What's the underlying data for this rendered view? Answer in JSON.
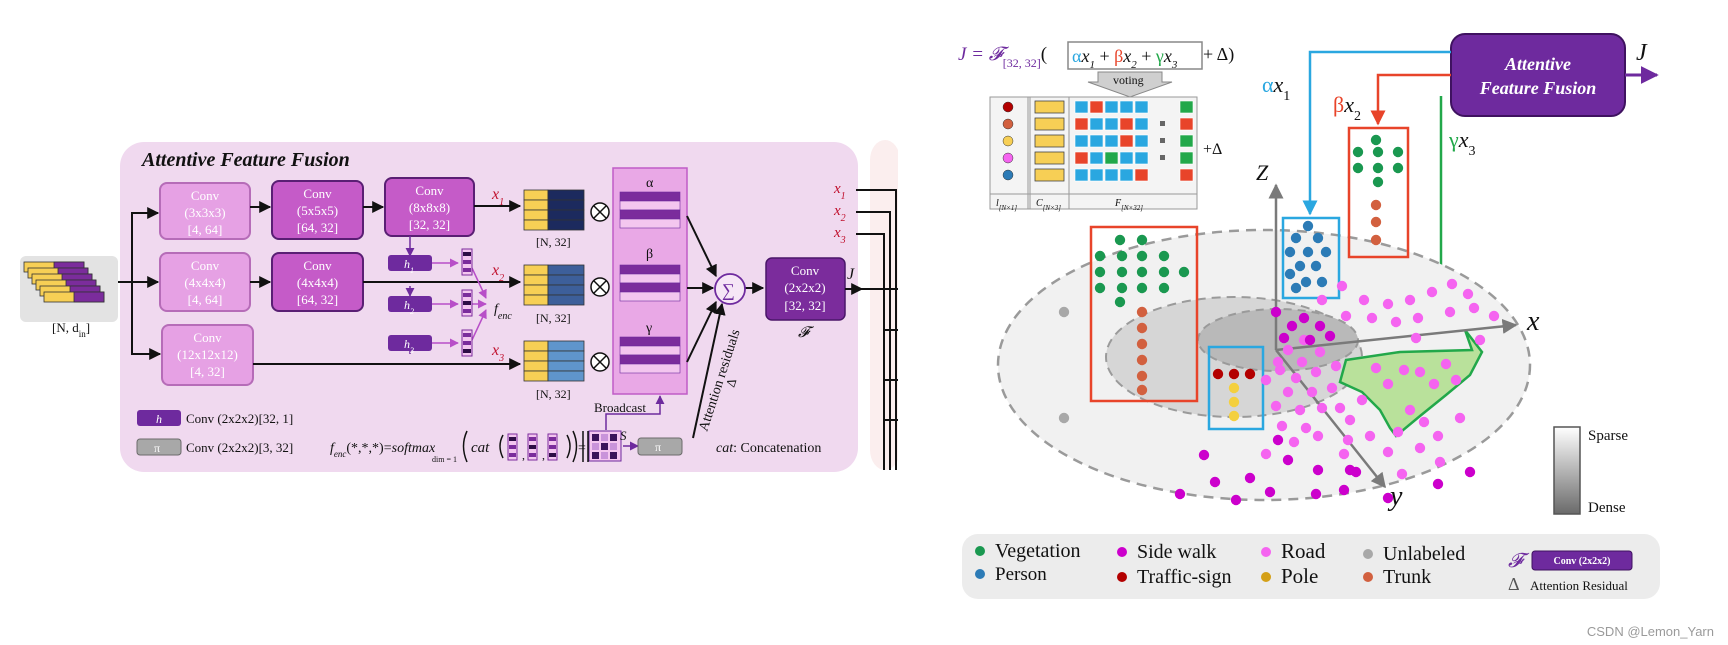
{
  "left": {
    "title": "Attentive Feature Fusion",
    "input_label": "[N, d",
    "input_sub": "in",
    "input_close": "]",
    "convs": [
      {
        "name": "Conv",
        "kernel": "(3x3x3)",
        "dims": "[4, 64]"
      },
      {
        "name": "Conv",
        "kernel": "(5x5x5)",
        "dims": "[64, 32]"
      },
      {
        "name": "Conv",
        "kernel": "(8x8x8)",
        "dims": "[32, 32]"
      },
      {
        "name": "Conv",
        "kernel": "(4x4x4)",
        "dims": "[4, 64]"
      },
      {
        "name": "Conv",
        "kernel": "(4x4x4)",
        "dims": "[64, 32]"
      },
      {
        "name": "Conv",
        "kernel": "(12x12x12)",
        "dims": "[4, 32]"
      }
    ],
    "final_conv": {
      "name": "Conv",
      "kernel": "(2x2x2)",
      "dims": "[32, 32]"
    },
    "final_symbol": "𝓕",
    "out_J": "J",
    "x_labels": [
      "x",
      "x",
      "x"
    ],
    "x_subs": [
      "1",
      "2",
      "3"
    ],
    "h_labels": [
      "h",
      "h",
      "h"
    ],
    "h_subs": [
      "1",
      "2",
      "3"
    ],
    "fenc": "f",
    "fenc_sub": "enc",
    "nshape": "[N, 32]",
    "weights": [
      "α",
      "β",
      "γ"
    ],
    "sum": "∑",
    "attn_text": "Attention residuals",
    "delta": "Δ",
    "broadcast": "Broadcast",
    "S": "S",
    "pi": "π",
    "legend_h": "h",
    "legend_h_text": "Conv (2x2x2)[32, 1]",
    "legend_pi": "π",
    "legend_pi_text": "Conv (2x2x2)[3, 32]",
    "formula_lhs": "f",
    "formula_lhs_sub": "enc",
    "formula_args": "(*,*,*)=",
    "formula_softmax": "softmax",
    "formula_dim": "dim = 1",
    "formula_cat": "cat",
    "cat_note_word": "cat",
    "cat_note_text": ": Concatenation"
  },
  "right": {
    "J_eq_lhs": "J = ",
    "J_eq_F": "𝓕",
    "J_eq_sub": "[32, 32]",
    "J_eq_alpha": "α",
    "J_eq_x1": "x",
    "J_eq_plus1": " + ",
    "J_eq_beta": "β",
    "J_eq_plus2": " + ",
    "J_eq_gamma": "γ",
    "J_eq_tail": " + Δ)",
    "voting": "voting",
    "l_label": "l",
    "l_sub": "[N×1]",
    "c_label": "C",
    "c_sub": "[N×3]",
    "f_label": "F",
    "f_sub": "[N×32]",
    "plus_delta": "+Δ",
    "aff_title_1": "Attentive",
    "aff_title_2": "Feature Fusion",
    "J_out": "J",
    "branch_alpha": "α",
    "branch_beta": "β",
    "branch_gamma": "γ",
    "branch_x": "x",
    "branch_subs": [
      "1",
      "2",
      "3"
    ],
    "axis_x": "x",
    "axis_y": "y",
    "axis_z": "Z",
    "sparse": "Sparse",
    "dense": "Dense"
  },
  "legend": [
    {
      "label": "Vegetation",
      "color": "#1a9850"
    },
    {
      "label": "Person",
      "color": "#2c7bb6"
    },
    {
      "label": "Side walk",
      "color": "#cc00cc"
    },
    {
      "label": "Traffic-sign",
      "color": "#b30000"
    },
    {
      "label": "Road",
      "color": "#f564f0"
    },
    {
      "label": "Pole",
      "color": "#d4a017"
    },
    {
      "label": "Unlabeled",
      "color": "#a8a8a8"
    },
    {
      "label": "Trunk",
      "color": "#d2603f"
    }
  ],
  "legend_F": "𝓕",
  "legend_F_conv": "Conv (2x2x2)",
  "legend_delta": "Δ",
  "legend_delta_text": "Attention Residual",
  "colors": {
    "panel_bg": "#f0d9ef",
    "conv_light": "#e6a1e4",
    "conv_mid": "#c55bc8",
    "conv_dark": "#7b2c9c",
    "aff_box": "#6e2a9e",
    "yellow": "#f7cf55",
    "navy": "#1c2a5e",
    "blue_mid": "#3d5f9a",
    "blue_light": "#5f95cc",
    "red_x": "#c0102d",
    "cyan": "#2aa7e0",
    "orange_red": "#e8442a",
    "green": "#22a84a"
  },
  "watermark": "CSDN @Lemon_Yarn"
}
